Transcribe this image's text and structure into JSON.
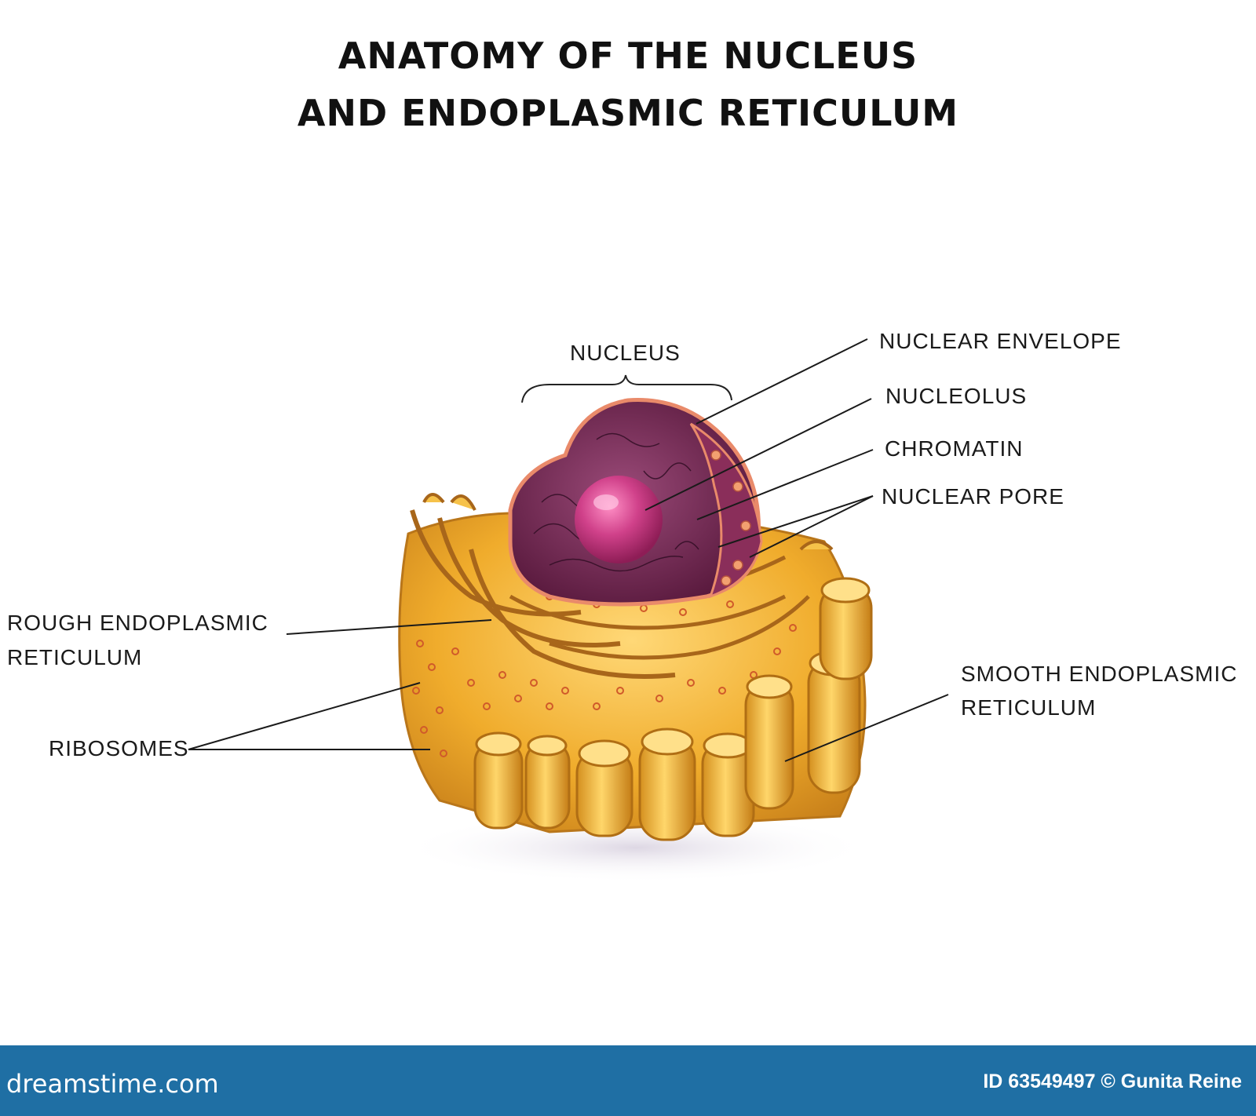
{
  "title": {
    "line1": "ANATOMY OF THE NUCLEUS",
    "line2": "AND ENDOPLASMIC RETICULUM"
  },
  "labels": {
    "nucleus": "NUCLEUS",
    "nuclear_envelope": "NUCLEAR ENVELOPE",
    "nucleolus": "NUCLEOLUS",
    "chromatin": "CHROMATIN",
    "nuclear_pore": "NUCLEAR PORE",
    "rough_er_line1": "ROUGH ENDOPLASMIC",
    "rough_er_line2": "RETICULUM",
    "ribosomes": "RIBOSOMES",
    "smooth_er_line1": "SMOOTH ENDOPLASMIC",
    "smooth_er_line2": "RETICULUM"
  },
  "footer": {
    "logo": "dreamstime.com",
    "credit": "ID 63549497 © Gunita Reine"
  },
  "colors": {
    "er_yellow": "#f2b632",
    "er_dark": "#c9861a",
    "nucleus_purple": "#6e2450",
    "nucleolus_pink": "#c2347d",
    "footer_blue": "#1f6fa4"
  }
}
